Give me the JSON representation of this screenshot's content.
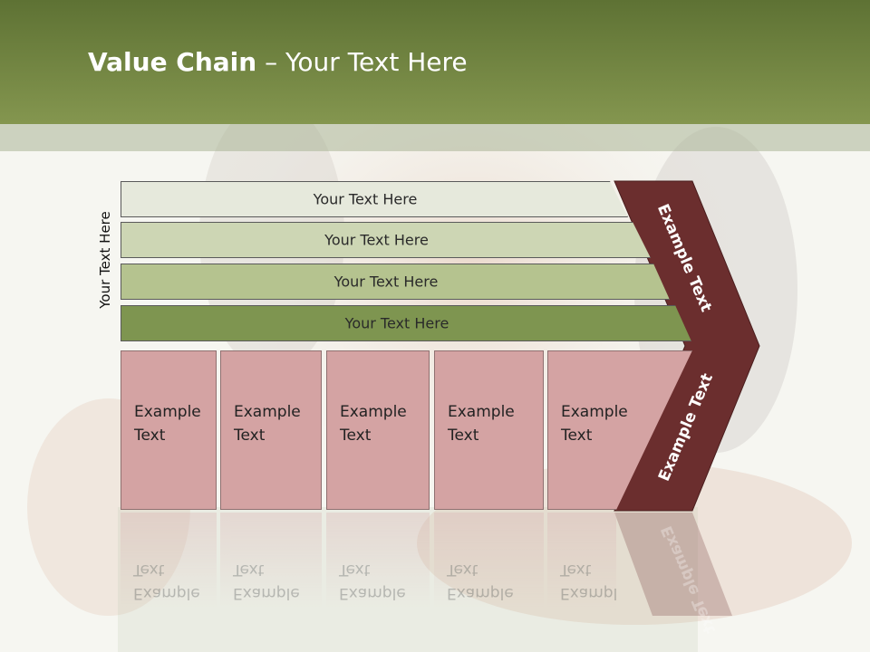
{
  "title": {
    "bold": "Value Chain",
    "rest": " – Your Text Here"
  },
  "vertical_label": "Your Text Here",
  "rows": [
    {
      "label": "Your Text Here",
      "color": "#e6e9dc"
    },
    {
      "label": "Your Text Here",
      "color": "#cdd6b4"
    },
    {
      "label": "Your Text Here",
      "color": "#b5c38f"
    },
    {
      "label": "Your Text Here",
      "color": "#7e9550"
    }
  ],
  "boxes": [
    {
      "label": "Example Text"
    },
    {
      "label": "Example Text"
    },
    {
      "label": "Example Text"
    },
    {
      "label": "Example Text"
    },
    {
      "label": "Example Text"
    }
  ],
  "arrow": {
    "top_label": "Example Text",
    "bottom_label": "Example Text",
    "color": "#6b2e2e"
  },
  "colors": {
    "header": "#6f843f",
    "box_fill": "#d4a3a3"
  }
}
